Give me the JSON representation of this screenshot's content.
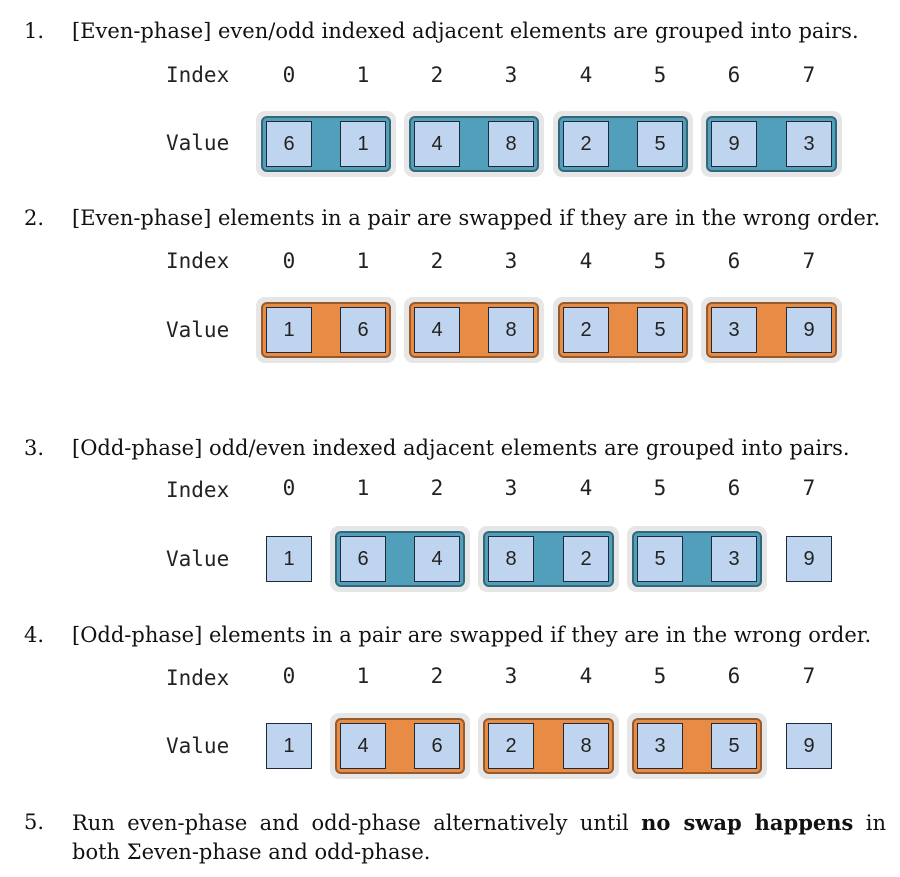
{
  "row_labels": {
    "index": "Index",
    "value": "Value"
  },
  "steps": [
    {
      "num": "1.",
      "text": "[Even-phase] even/odd indexed adjacent elements are grouped into pairs.",
      "indices": [
        "0",
        "1",
        "2",
        "3",
        "4",
        "5",
        "6",
        "7"
      ],
      "values": [
        "6",
        "1",
        "4",
        "8",
        "2",
        "5",
        "9",
        "3"
      ],
      "pairs": [
        [
          0,
          1
        ],
        [
          2,
          3
        ],
        [
          4,
          5
        ],
        [
          6,
          7
        ]
      ],
      "pair_color": "#519fba"
    },
    {
      "num": "2.",
      "text": "[Even-phase] elements in a pair are swapped if they are in the wrong order.",
      "indices": [
        "0",
        "1",
        "2",
        "3",
        "4",
        "5",
        "6",
        "7"
      ],
      "values": [
        "1",
        "6",
        "4",
        "8",
        "2",
        "5",
        "3",
        "9"
      ],
      "pairs": [
        [
          0,
          1
        ],
        [
          2,
          3
        ],
        [
          4,
          5
        ],
        [
          6,
          7
        ]
      ],
      "pair_color": "#e88b45"
    },
    {
      "num": "3.",
      "text": "[Odd-phase] odd/even indexed adjacent elements are grouped into pairs.",
      "indices": [
        "0",
        "1",
        "2",
        "3",
        "4",
        "5",
        "6",
        "7"
      ],
      "values": [
        "1",
        "6",
        "4",
        "8",
        "2",
        "5",
        "3",
        "9"
      ],
      "pairs": [
        [
          1,
          2
        ],
        [
          3,
          4
        ],
        [
          5,
          6
        ]
      ],
      "pair_color": "#519fba"
    },
    {
      "num": "4.",
      "text": "[Odd-phase] elements in a pair are swapped if they are in the wrong order.",
      "indices": [
        "0",
        "1",
        "2",
        "3",
        "4",
        "5",
        "6",
        "7"
      ],
      "values": [
        "1",
        "4",
        "6",
        "2",
        "8",
        "3",
        "5",
        "9"
      ],
      "pairs": [
        [
          1,
          2
        ],
        [
          3,
          4
        ],
        [
          5,
          6
        ]
      ],
      "pair_color": "#e88b45"
    }
  ],
  "step5": {
    "num": "5.",
    "text_before": "Run even-phase and odd-phase alternatively until ",
    "text_bold": "no swap happens",
    "text_after": " in both Σeven-phase and odd-phase."
  },
  "colors": {
    "cell_fill": "#bfd4ee",
    "even_pair": "#519fba",
    "swap_pair": "#e88b45"
  }
}
